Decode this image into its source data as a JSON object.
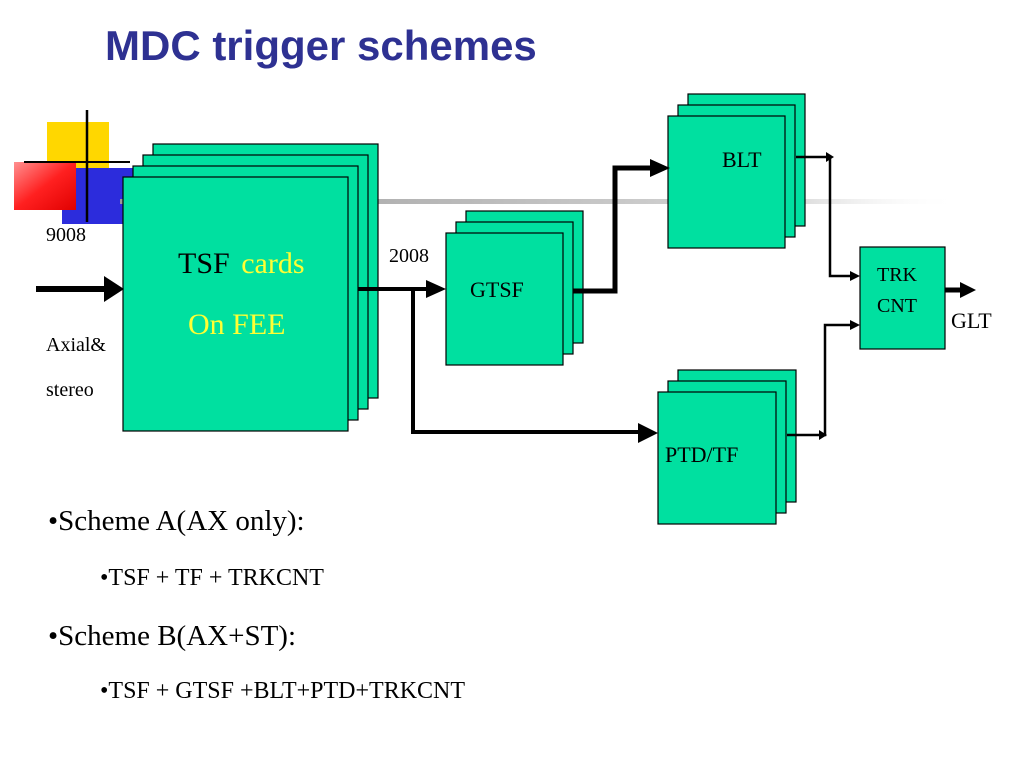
{
  "slide": {
    "title": "MDC trigger schemes"
  },
  "diagram": {
    "input_count": "9008",
    "input_desc_line1": "Axial&",
    "input_desc_line2": "stereo",
    "tsf_word": "TSF",
    "tsf_cards": "cards",
    "tsf_on_fee": "On FEE",
    "link_count": "2008",
    "gtsf_label": "GTSF",
    "blt_label": "BLT",
    "ptd_label": "PTD/TF",
    "trk_line1": "TRK",
    "trk_line2": "CNT",
    "output_label": "GLT"
  },
  "colors": {
    "title": "#2e3192",
    "box_fill": "#00e0a0",
    "tsf_yellow": "#ffff33",
    "deco_yellow": "#ffd700",
    "deco_blue": "#2c2cdc",
    "deco_red": "#ff2020"
  },
  "bullets": [
    {
      "level": 1,
      "text": "•Scheme A(AX only):"
    },
    {
      "level": 2,
      "text": "•TSF + TF + TRKCNT"
    },
    {
      "level": 1,
      "text": "•Scheme B(AX+ST):"
    },
    {
      "level": 2,
      "text": "•TSF + GTSF +BLT+PTD+TRKCNT"
    }
  ]
}
